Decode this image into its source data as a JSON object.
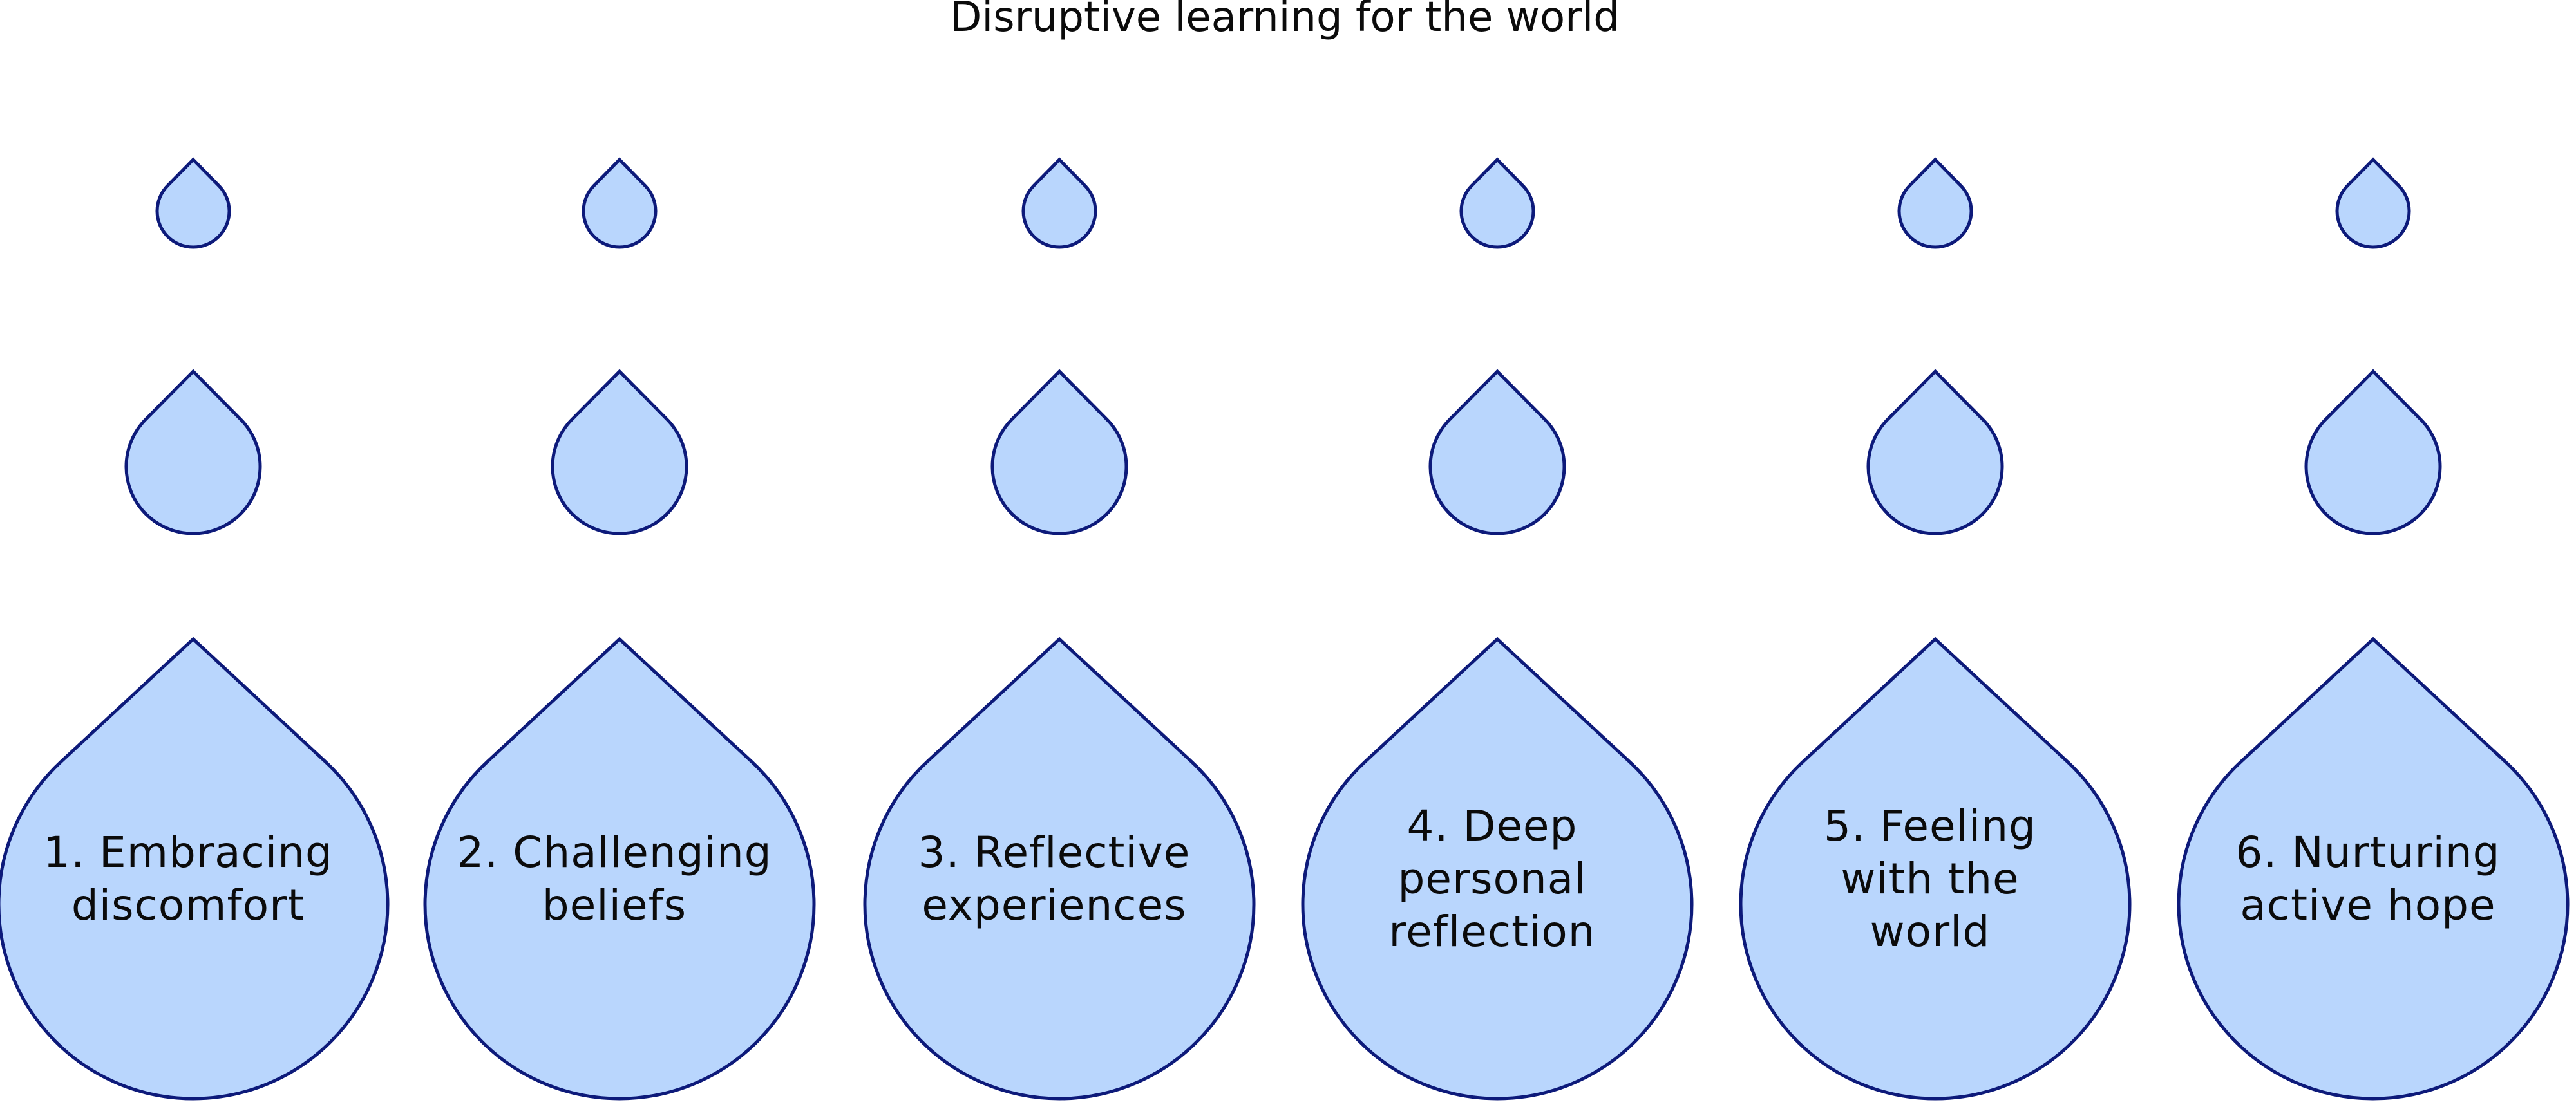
{
  "title": "Disruptive learning for the world",
  "colors": {
    "drop_fill": "#b9d6fd",
    "drop_stroke": "#0d1a7a",
    "text": "#0b0b0b",
    "background": "#ffffff"
  },
  "steps": [
    {
      "label": "1. Embracing discomfort",
      "lines": [
        "1. Embracing",
        "discomfort"
      ]
    },
    {
      "label": "2. Challenging beliefs",
      "lines": [
        "2. Challenging",
        "beliefs"
      ]
    },
    {
      "label": "3. Reflective experiences",
      "lines": [
        "3. Reflective",
        "experiences"
      ]
    },
    {
      "label": "4. Deep personal reflection",
      "lines": [
        "4. Deep",
        "personal",
        "reflection"
      ]
    },
    {
      "label": "5. Feeling with the world",
      "lines": [
        "5. Feeling",
        "with the",
        "world"
      ]
    },
    {
      "label": "6. Nurturing active hope",
      "lines": [
        "6. Nurturing",
        "active hope"
      ]
    }
  ]
}
